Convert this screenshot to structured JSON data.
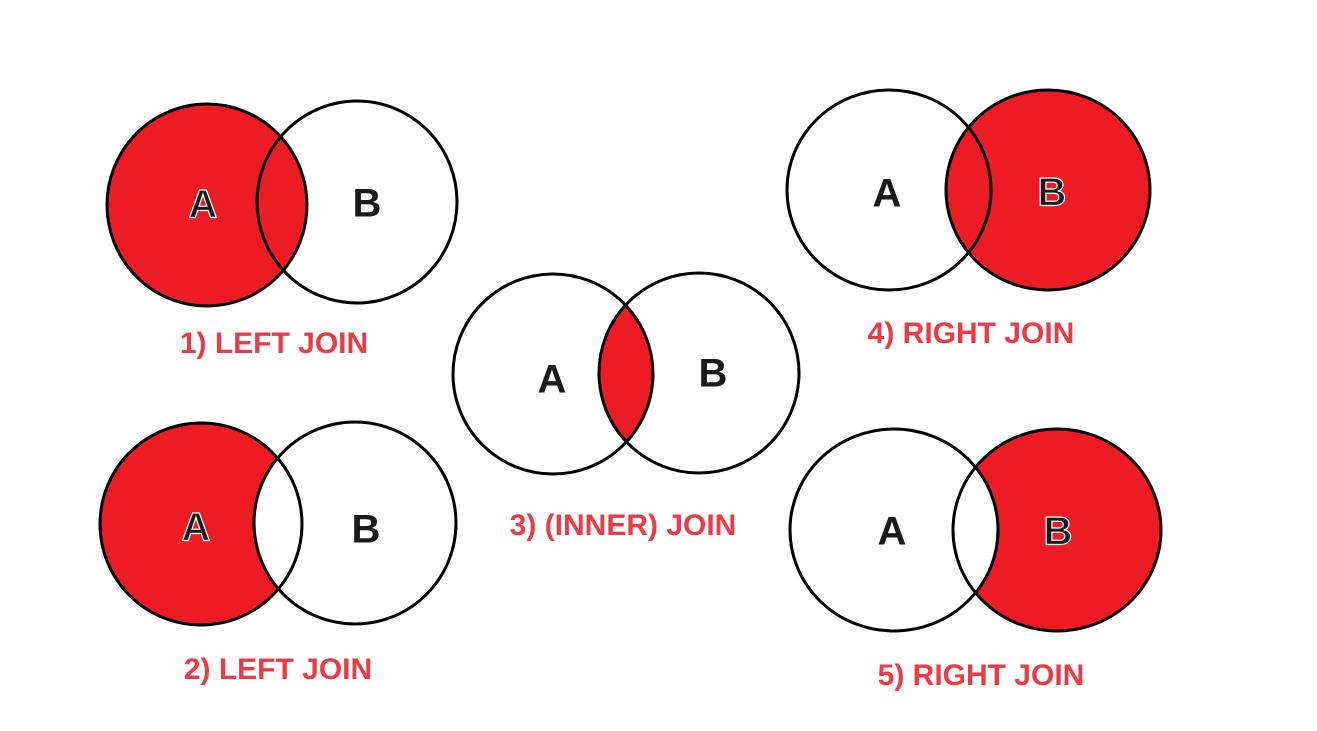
{
  "colors": {
    "fill": "#ed1c24",
    "stroke": "#000000",
    "caption": "#ed3a45",
    "letter": "#1a1a1a"
  },
  "joins": [
    {
      "id": "left-join-1",
      "caption": "1) LEFT JOIN",
      "a": "A",
      "b": "B",
      "highlight": "left"
    },
    {
      "id": "left-join-2",
      "caption": "2) LEFT JOIN",
      "a": "A",
      "b": "B",
      "highlight": "left-only"
    },
    {
      "id": "inner-join",
      "caption": "3) (INNER) JOIN",
      "a": "A",
      "b": "B",
      "highlight": "intersection"
    },
    {
      "id": "right-join-4",
      "caption": "4) RIGHT JOIN",
      "a": "A",
      "b": "B",
      "highlight": "right"
    },
    {
      "id": "right-join-5",
      "caption": "5) RIGHT JOIN",
      "a": "A",
      "b": "B",
      "highlight": "right-only"
    }
  ]
}
